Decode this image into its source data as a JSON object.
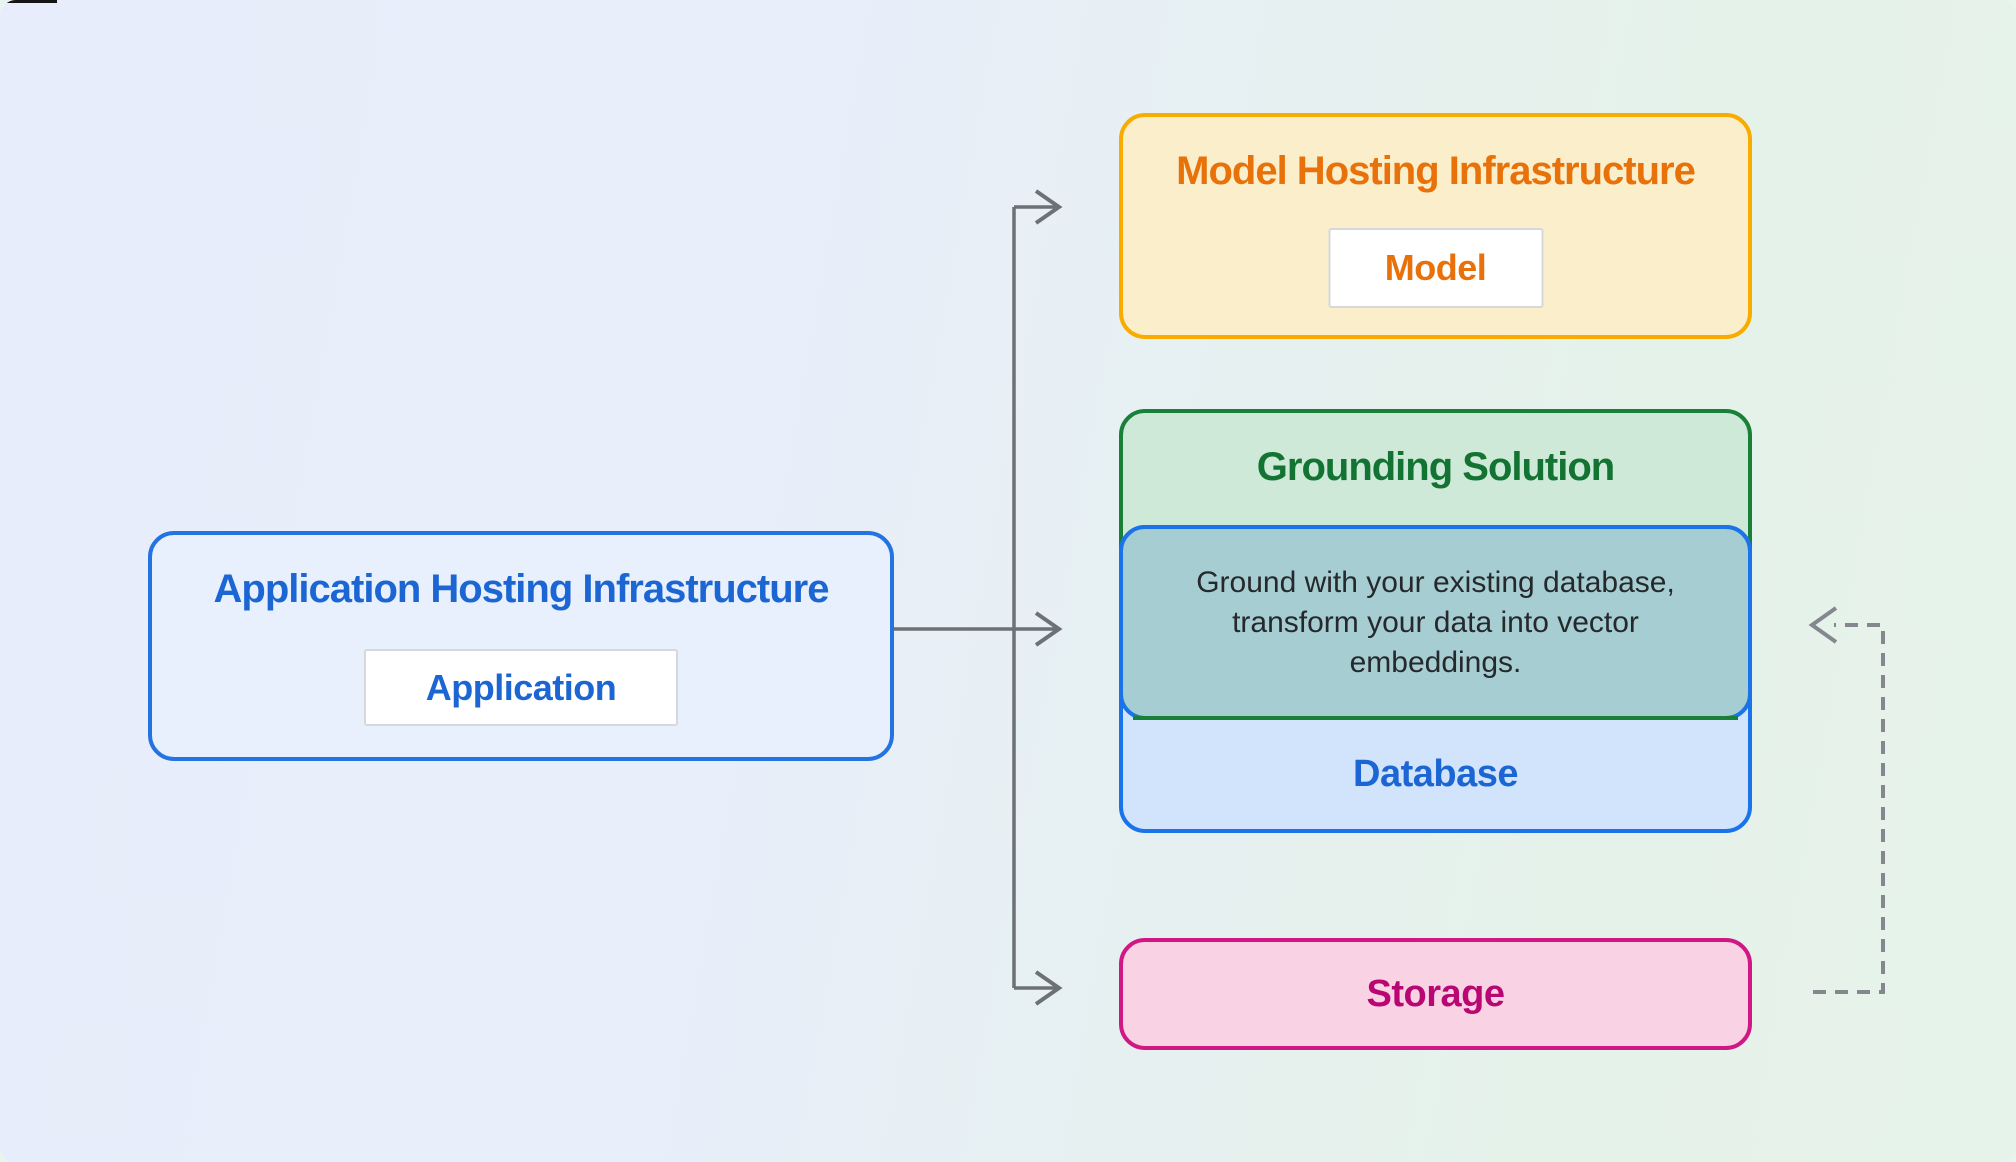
{
  "app_box": {
    "title": "Application Hosting Infrastructure",
    "chip_label": "Application"
  },
  "model_box": {
    "title": "Model Hosting Infrastructure",
    "chip_label": "Model"
  },
  "grounding_box": {
    "title": "Grounding Solution",
    "description": "Ground with your existing database, transform your data into vector embeddings."
  },
  "database_box": {
    "label": "Database"
  },
  "storage_box": {
    "label": "Storage"
  },
  "arrows": {
    "solid": [
      {
        "name": "arrow-app-to-model",
        "style": "solid"
      },
      {
        "name": "arrow-app-to-grounding",
        "style": "solid"
      },
      {
        "name": "arrow-app-to-storage",
        "style": "solid"
      }
    ],
    "dashed": [
      {
        "name": "arrow-storage-to-grounding",
        "style": "dashed"
      }
    ]
  },
  "colors": {
    "background_left": "#e8edfb",
    "background_right": "#e6f3eb",
    "blue_border": "#2374e1",
    "blue_text": "#1b66d2",
    "blue_fill_light": "#e8effd",
    "database_fill": "#d2e3fc",
    "yellow_border": "#f9ab00",
    "yellow_fill": "#fbeeca",
    "orange_text": "#e8710a",
    "green_border": "#188038",
    "green_fill": "#cfe9d8",
    "green_text": "#137333",
    "teal_fill": "#a6cdd2",
    "description_text": "#25292c",
    "pink_border": "#d01884",
    "pink_fill": "#f9d2e4",
    "pink_text": "#b80672",
    "arrow_gray": "#6d7175",
    "dashed_gray": "#84888e"
  }
}
